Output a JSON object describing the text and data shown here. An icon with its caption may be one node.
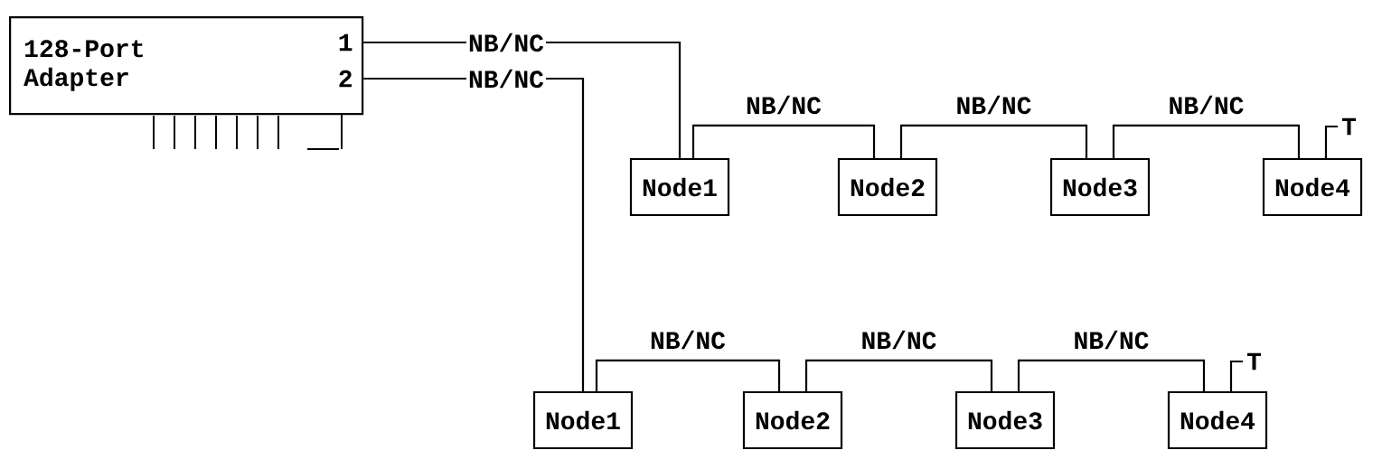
{
  "diagram": {
    "nodes": [
      {
        "text": [
          "128-Port Adapter"
        ]
      },
      {
        "text": [
          "Node1"
        ]
      },
      {
        "text": [
          "Node2"
        ]
      },
      {
        "text": [
          "Node3"
        ]
      },
      {
        "text": [
          "Node4"
        ]
      },
      {
        "text": [
          "Node1"
        ]
      },
      {
        "text": [
          "Node2"
        ]
      },
      {
        "text": [
          "Node3"
        ]
      },
      {
        "text": [
          "Node4"
        ]
      }
    ],
    "edges": [
      {
        "from": 0,
        "to": 1,
        "arrow": "none",
        "label": "NB/NC"
      },
      {
        "from": 0,
        "to": 5,
        "arrow": "none",
        "label": "NB/NC"
      },
      {
        "from": 1,
        "to": 2,
        "arrow": "none",
        "label": "NB/NC"
      },
      {
        "from": 2,
        "to": 3,
        "arrow": "none",
        "label": "NB/NC"
      },
      {
        "from": 3,
        "to": 4,
        "arrow": "none",
        "label": "NB/NC"
      },
      {
        "from": 5,
        "to": 6,
        "arrow": "none",
        "label": "NB/NC"
      },
      {
        "from": 6,
        "to": 7,
        "arrow": "none",
        "label": "NB/NC"
      },
      {
        "from": 7,
        "to": 8,
        "arrow": "none",
        "label": "NB/NC"
      }
    ],
    "labels": [
      "1",
      "2",
      "T",
      "T"
    ]
  }
}
